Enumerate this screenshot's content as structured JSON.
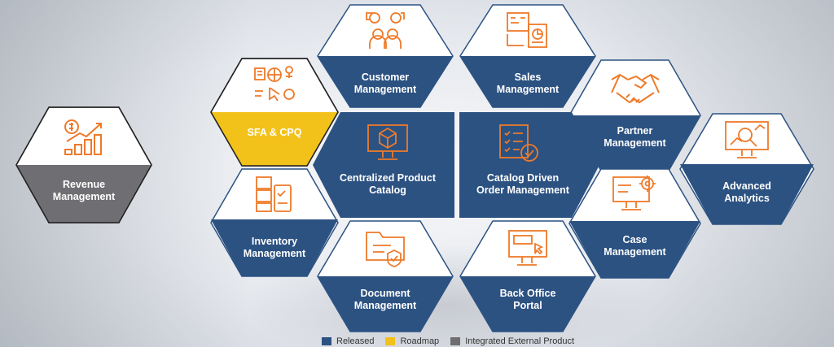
{
  "colors": {
    "released": "#2c5282",
    "roadmap": "#f2c21b",
    "integrated": "#6f6f73",
    "icon": "#ee7a2a",
    "hex_fill": "#ffffff"
  },
  "modules": {
    "revenue": {
      "label_1": "Revenue",
      "label_2": "Management",
      "icon": "revenue-growth-icon",
      "status": "integrated"
    },
    "sfa": {
      "label_1": "SFA & CPQ",
      "icon": "sales-automation-icon",
      "status": "roadmap"
    },
    "customer": {
      "label_1": "Customer",
      "label_2": "Management",
      "icon": "customer-group-icon",
      "status": "released"
    },
    "sales": {
      "label_1": "Sales",
      "label_2": "Management",
      "icon": "sales-dashboard-icon",
      "status": "released"
    },
    "partner": {
      "label_1": "Partner",
      "label_2": "Management",
      "icon": "handshake-icon",
      "status": "released"
    },
    "analytics": {
      "label_1": "Advanced",
      "label_2": "Analytics",
      "icon": "analytics-monitor-icon",
      "status": "released"
    },
    "catalog": {
      "label_1": "Centralized Product",
      "label_2": "Catalog",
      "icon": "product-box-monitor-icon",
      "status": "released"
    },
    "order": {
      "label_1": "Catalog Driven",
      "label_2": "Order Management",
      "icon": "order-checklist-icon",
      "status": "released"
    },
    "inventory": {
      "label_1": "Inventory",
      "label_2": "Management",
      "icon": "inventory-boxes-icon",
      "status": "released"
    },
    "case": {
      "label_1": "Case",
      "label_2": "Management",
      "icon": "case-settings-icon",
      "status": "released"
    },
    "document": {
      "label_1": "Document",
      "label_2": "Management",
      "icon": "document-folder-icon",
      "status": "released"
    },
    "backoffice": {
      "label_1": "Back Office",
      "label_2": "Portal",
      "icon": "back-office-monitor-icon",
      "status": "released"
    }
  },
  "legend": {
    "released": "Released",
    "roadmap": "Roadmap",
    "integrated": "Integrated External Product"
  }
}
